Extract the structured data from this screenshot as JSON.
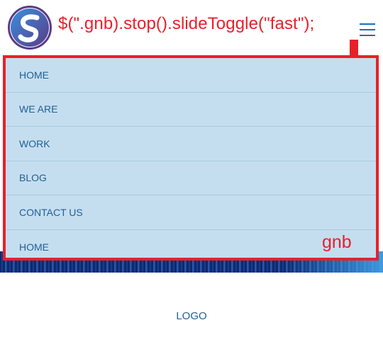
{
  "header": {
    "annotation_code": "$(\".gnb).stop().slideToggle(\"fast\");",
    "menu_icon": "hamburger-icon",
    "logo_icon": "s-logo-icon"
  },
  "gnb": {
    "items": [
      {
        "label": "HOME"
      },
      {
        "label": "WE ARE"
      },
      {
        "label": "WORK"
      },
      {
        "label": "BLOG"
      },
      {
        "label": "CONTACT US"
      },
      {
        "label": "HOME"
      }
    ],
    "annotation_label": "gnb"
  },
  "footer": {
    "logo_text": "LOGO"
  },
  "colors": {
    "annotation": "#e8202a",
    "menu_bg": "#c5deef",
    "link": "#1f5f95"
  }
}
